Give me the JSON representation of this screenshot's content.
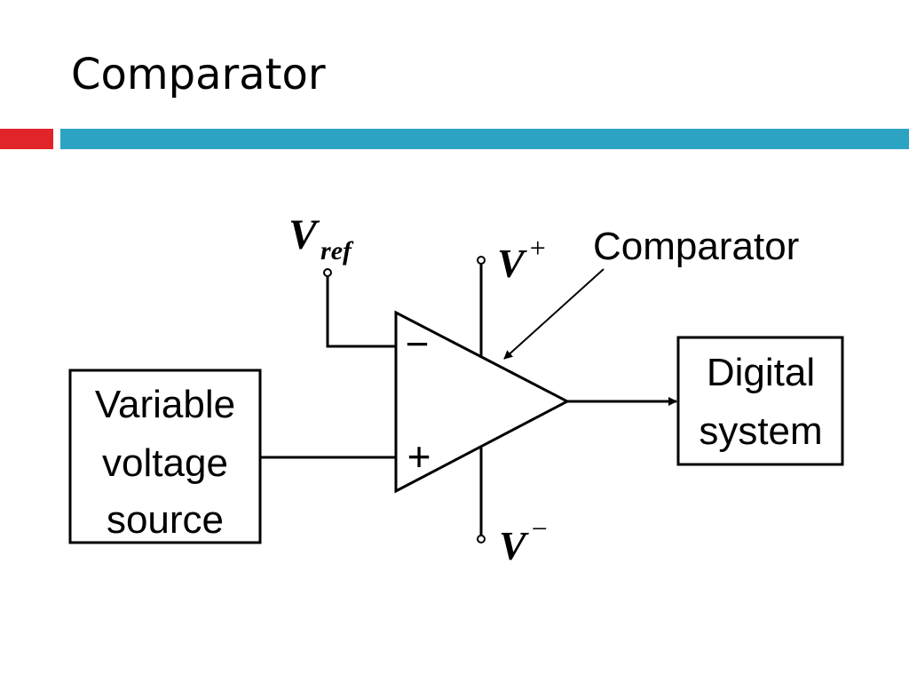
{
  "slide": {
    "title": "Comparator"
  },
  "colors": {
    "accent_red": "#E0242A",
    "accent_blue": "#2DA3C4",
    "ink": "#000000"
  },
  "diagram": {
    "vref_main": "V",
    "vref_sub": "ref",
    "vplus_main": "V",
    "vplus_sup": "+",
    "vminus_main": "V",
    "vminus_sup": "−",
    "opamp_minus": "−",
    "opamp_plus": "+",
    "comparator_label": "Comparator",
    "source_lines": [
      "Variable",
      "voltage",
      "source"
    ],
    "digital_lines": [
      "Digital",
      "system"
    ]
  }
}
